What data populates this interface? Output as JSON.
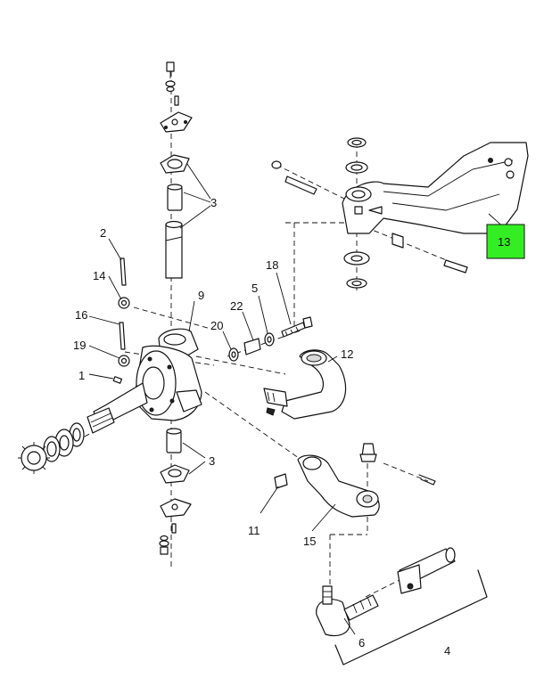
{
  "diagram": {
    "callouts": [
      {
        "id": "c1",
        "label": "1"
      },
      {
        "id": "c2",
        "label": "2"
      },
      {
        "id": "c3a",
        "label": "3"
      },
      {
        "id": "c3b",
        "label": "3"
      },
      {
        "id": "c4",
        "label": "4"
      },
      {
        "id": "c5",
        "label": "5"
      },
      {
        "id": "c6",
        "label": "6"
      },
      {
        "id": "c9",
        "label": "9"
      },
      {
        "id": "c11",
        "label": "11"
      },
      {
        "id": "c12",
        "label": "12"
      },
      {
        "id": "c13",
        "label": "13"
      },
      {
        "id": "c14",
        "label": "14"
      },
      {
        "id": "c15",
        "label": "15"
      },
      {
        "id": "c16",
        "label": "16"
      },
      {
        "id": "c18",
        "label": "18"
      },
      {
        "id": "c19",
        "label": "19"
      },
      {
        "id": "c20",
        "label": "20"
      },
      {
        "id": "c22",
        "label": "22"
      }
    ],
    "highlight_color": "#33ee22"
  }
}
